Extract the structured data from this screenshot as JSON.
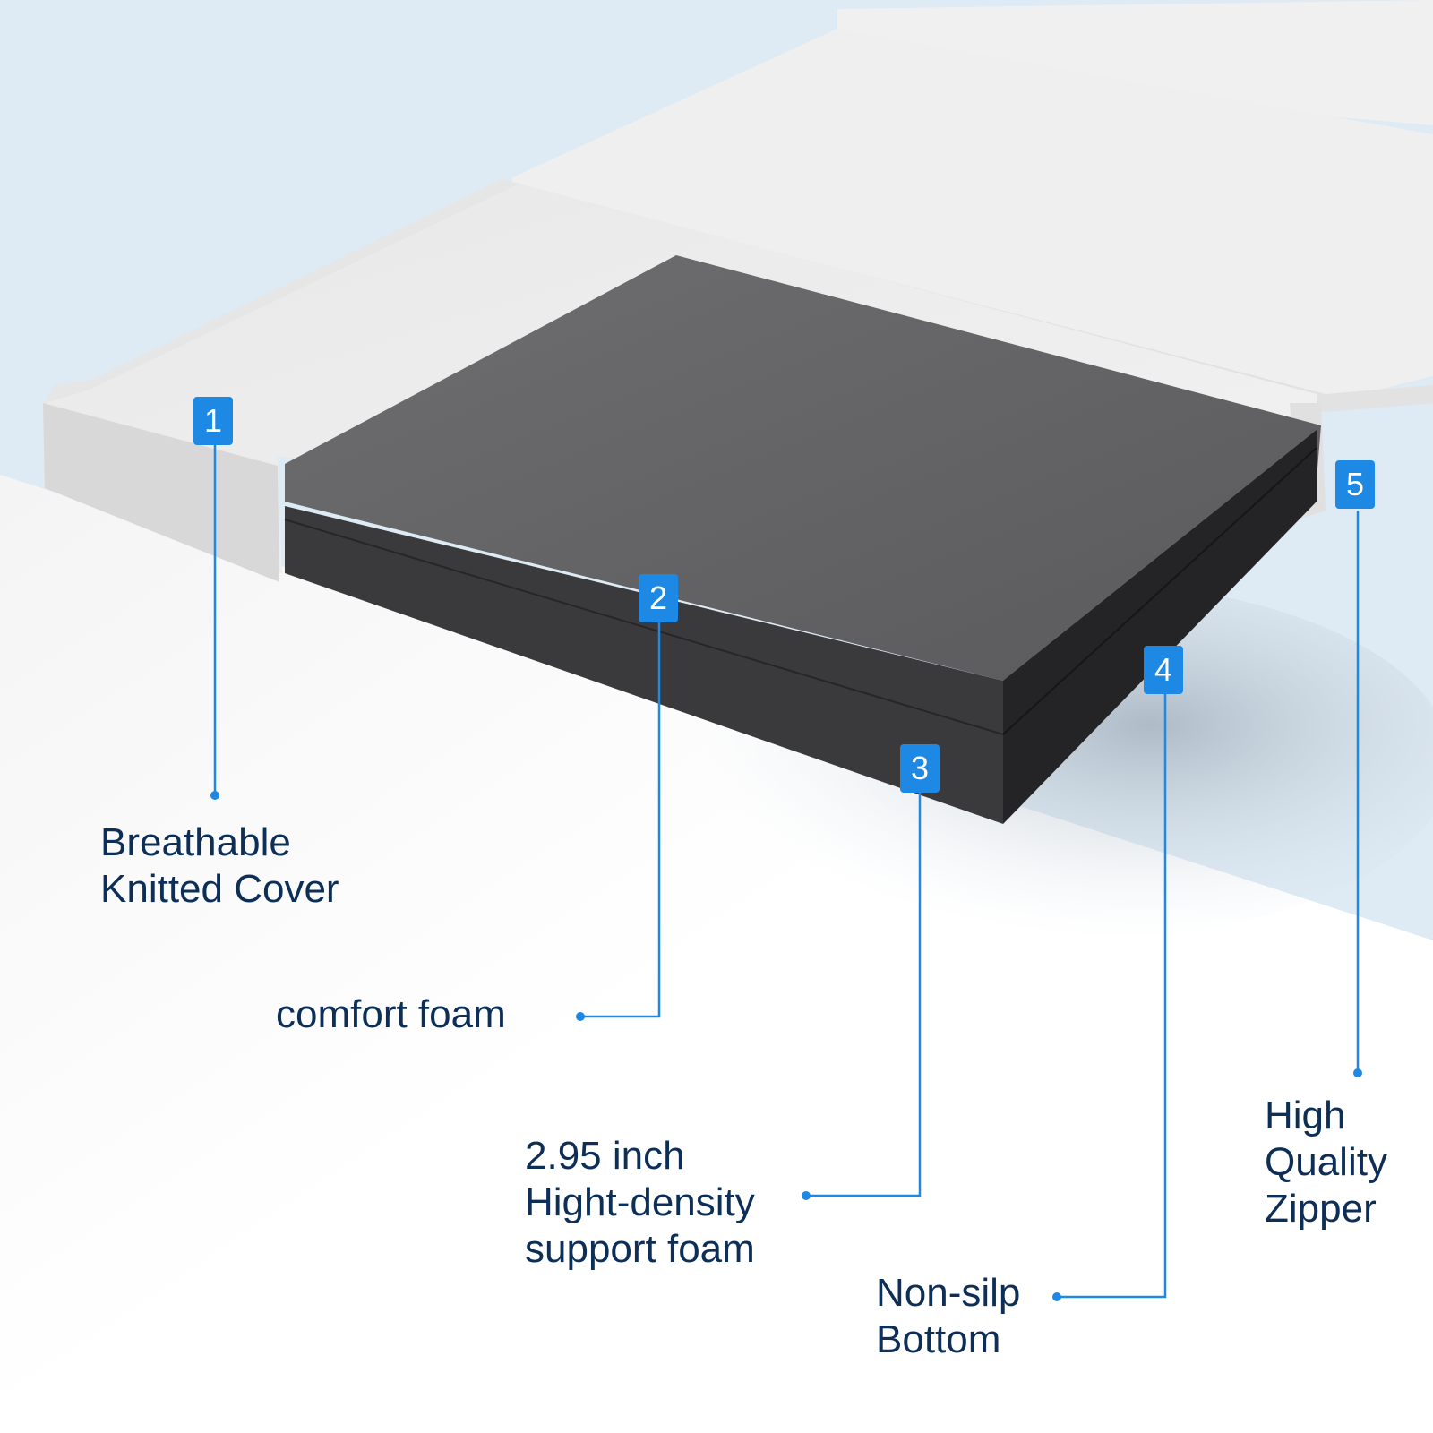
{
  "colors": {
    "accent": "#1e88e5",
    "label_text": "#0d2f57",
    "background_top": "#deeaf4",
    "background_floor": "#ffffff",
    "cover_white": "#e4e4e4",
    "foam_dark": "#5e5e60",
    "foam_side": "#2a2a2c"
  },
  "callouts": [
    {
      "number": "1",
      "lines": [
        "Breathable",
        "Knitted Cover"
      ]
    },
    {
      "number": "2",
      "lines": [
        "comfort foam"
      ]
    },
    {
      "number": "3",
      "lines": [
        "2.95 inch",
        "Hight-density",
        "support foam"
      ]
    },
    {
      "number": "4",
      "lines": [
        "Non-silp",
        "Bottom"
      ]
    },
    {
      "number": "5",
      "lines": [
        "High",
        "Quality",
        "Zipper"
      ]
    }
  ]
}
